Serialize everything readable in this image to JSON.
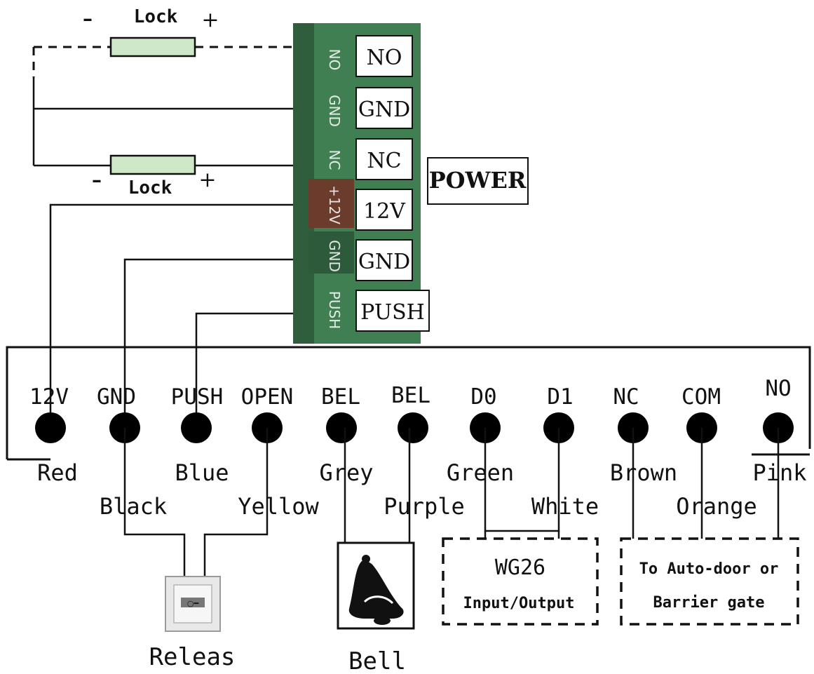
{
  "lock_top": {
    "label": "Lock",
    "minus": "–",
    "plus": "+"
  },
  "lock_bottom": {
    "label": "Lock",
    "minus": "–",
    "plus": "+"
  },
  "board": {
    "terminals": [
      "NO",
      "GND",
      "NC",
      "12V",
      "GND",
      "PUSH"
    ],
    "silkscreen": [
      "NO",
      "GND",
      "NC",
      "+12V",
      "GND",
      "PUSH"
    ]
  },
  "power_label": "POWER",
  "controller": {
    "pins": [
      "12V",
      "GND",
      "PUSH",
      "OPEN",
      "BEL",
      "BEL",
      "D0",
      "D1",
      "NC",
      "COM",
      "NO"
    ],
    "wire_colors": [
      "Red",
      "Black",
      "Blue",
      "Yellow",
      "Grey",
      "Purple",
      "Green",
      "White",
      "Brown",
      "Orange",
      "Pink"
    ]
  },
  "devices": {
    "release": "Releas",
    "bell": "Bell",
    "wg26_line1": "WG26",
    "wg26_line2": "Input/Output",
    "auto_line1": "To Auto-door or",
    "auto_line2": "Barrier gate"
  },
  "colors": {
    "lock_fill": "#cfe8c8",
    "pcb_green": "#3f7f52",
    "pcb_dark": "#2f5e3c",
    "pcb_brown": "#6b3b2c"
  }
}
